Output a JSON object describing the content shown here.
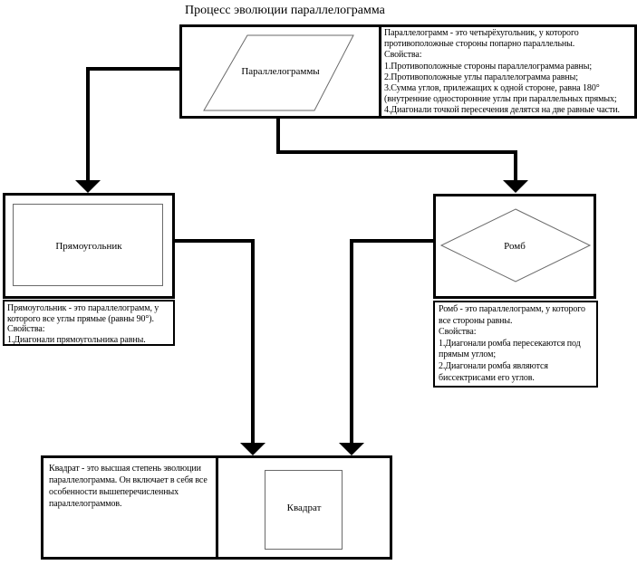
{
  "title": "Процесс эволюции параллелограмма",
  "colors": {
    "line": "#000000",
    "box_border": "#000000",
    "shape_stroke": "#6a6a6a",
    "background": "#ffffff",
    "text": "#000000"
  },
  "nodes": {
    "parallelogram": {
      "label": "Параллелограммы",
      "description": "Параллелограмм - это четырёхугольник, у которого противоположные стороны попарно параллельны.\nСвойства:\n1.Противоположные стороны параллелограмма равны;\n2.Противоположные углы параллелограмма равны;\n3.Сумма углов, прилежащих к одной стороне, равна 180° (внутренние односторонние углы при параллельных прямых;\n4.Диагонали точкой пересечения делятся на две равные части."
    },
    "rectangle": {
      "label": "Прямоугольник",
      "description": "Прямоугольник - это параллелограмм, у которого все углы прямые (равны 90°).\nСвойства:\n1.Диагонали прямоугольника равны."
    },
    "rhombus": {
      "label": "Ромб",
      "description": "Ромб - это параллелограмм, у которого все стороны равны.\nСвойства:\n1.Диагонали ромба пересекаются под прямым углом;\n2.Диагонали ромба являются биссектрисами его углов."
    },
    "square": {
      "label": "Квадрат",
      "description": "Квадрат - это высшая степень эволюции параллелограмма. Он включает в себя все особенности вышеперечисленных параллелограммов."
    }
  },
  "edges": [
    {
      "from": "parallelogram",
      "to": "rectangle"
    },
    {
      "from": "parallelogram",
      "to": "rhombus"
    },
    {
      "from": "rectangle",
      "to": "square"
    },
    {
      "from": "rhombus",
      "to": "square"
    }
  ]
}
